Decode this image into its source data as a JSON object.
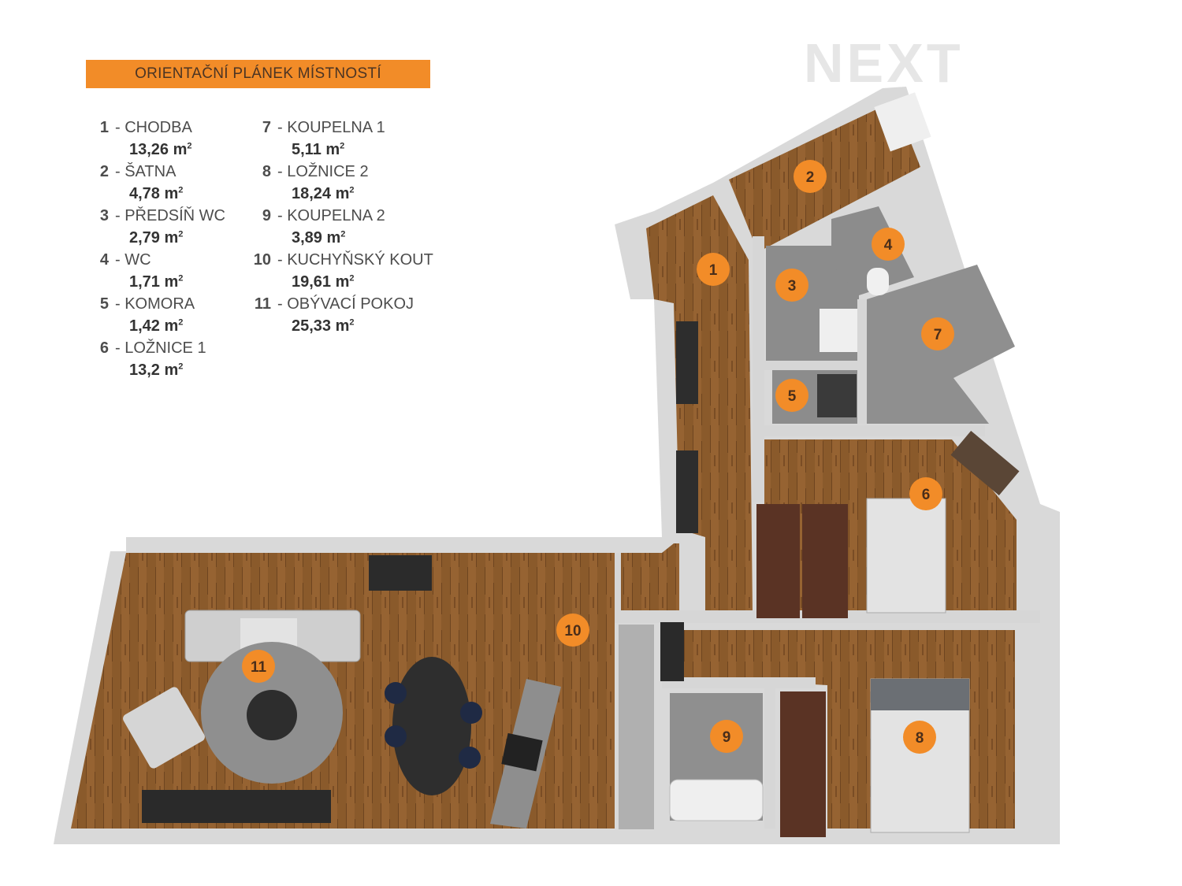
{
  "header": {
    "title": "ORIENTAČNÍ PLÁNEK MÍSTNOSTÍ"
  },
  "logo": {
    "text": "NEXT",
    "color": "#e6e6e6"
  },
  "colors": {
    "accent": "#f28c28",
    "wood": "#8a5a2b",
    "tile": "#8f8f8f",
    "wall": "#d9d9d9"
  },
  "legend": {
    "col1": [
      {
        "num": "1",
        "name": "- CHODBA",
        "area": "13,26 m",
        "unit": "2"
      },
      {
        "num": "2",
        "name": "- ŠATNA",
        "area": "4,78 m",
        "unit": "2"
      },
      {
        "num": "3",
        "name": "- PŘEDSÍŇ WC",
        "area": "2,79 m",
        "unit": "2"
      },
      {
        "num": "4",
        "name": "- WC",
        "area": "1,71 m",
        "unit": "2"
      },
      {
        "num": "5",
        "name": "- KOMORA",
        "area": "1,42 m",
        "unit": "2"
      },
      {
        "num": "6",
        "name": "- LOŽNICE 1",
        "area": "13,2 m",
        "unit": "2"
      }
    ],
    "col2": [
      {
        "num": "7",
        "name": "- KOUPELNA 1",
        "area": "5,11 m",
        "unit": "2"
      },
      {
        "num": "8",
        "name": "- LOŽNICE 2",
        "area": "18,24 m",
        "unit": "2"
      },
      {
        "num": "9",
        "name": "- KOUPELNA 2",
        "area": "3,89 m",
        "unit": "2"
      },
      {
        "num": "10",
        "name": "- KUCHYŇSKÝ KOUT",
        "area": "19,61 m",
        "unit": "2"
      },
      {
        "num": "11",
        "name": "- OBÝVACÍ POKOJ",
        "area": "25,33 m",
        "unit": "2"
      }
    ]
  },
  "badges": [
    "1",
    "2",
    "3",
    "4",
    "5",
    "6",
    "7",
    "8",
    "9",
    "10",
    "11"
  ]
}
